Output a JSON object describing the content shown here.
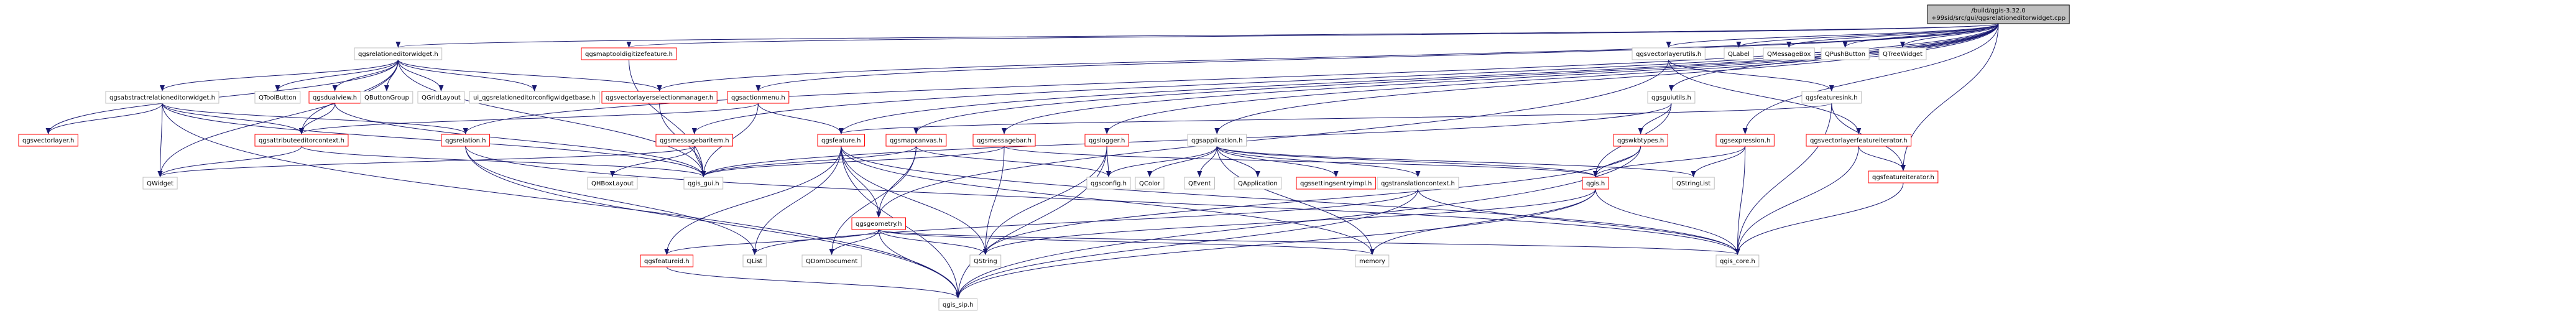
{
  "title": "/build/qgis-3.32.0+99sid/src/gui/qgsrelationeditorwidget.cpp",
  "colors": {
    "root_fill": "#bfbfbf",
    "node_fill": "#ffffff",
    "doc_border": "#ff0000",
    "nodoc_border": "#bfbfbf",
    "edge": "#191970",
    "doc_text": "#000000",
    "nodoc_text": "#000000"
  },
  "nodes": [
    {
      "id": "root",
      "label": "/build/qgis-3.32.0+99sid/src/gui/qgsrelationeditorwidget.cpp",
      "kind": "root"
    },
    {
      "id": "qgsrelationeditorwidget_h",
      "label": "qgsrelationeditorwidget.h",
      "kind": "nodoc"
    },
    {
      "id": "qgsmaptooldigitizefeature_h",
      "label": "qgsmaptooldigitizefeature.h",
      "kind": "doc"
    },
    {
      "id": "qgsvectorlayerselectionmanager_h",
      "label": "qgsvectorlayerselectionmanager.h",
      "kind": "doc"
    },
    {
      "id": "qgsactionmenu_h",
      "label": "qgsactionmenu.h",
      "kind": "doc"
    },
    {
      "id": "qgsvectorlayerutils_h",
      "label": "qgsvectorlayerutils.h",
      "kind": "nodoc"
    },
    {
      "id": "QLabel",
      "label": "QLabel",
      "kind": "nodoc"
    },
    {
      "id": "QMessageBox",
      "label": "QMessageBox",
      "kind": "nodoc"
    },
    {
      "id": "QPushButton",
      "label": "QPushButton",
      "kind": "nodoc"
    },
    {
      "id": "QTreeWidget",
      "label": "QTreeWidget",
      "kind": "nodoc"
    },
    {
      "id": "qgsabstractrelationeditorwidget_h",
      "label": "qgsabstractrelationeditorwidget.h",
      "kind": "nodoc"
    },
    {
      "id": "QToolButton",
      "label": "QToolButton",
      "kind": "nodoc"
    },
    {
      "id": "qgsdualview_h",
      "label": "qgsdualview.h",
      "kind": "doc"
    },
    {
      "id": "QButtonGroup",
      "label": "QButtonGroup",
      "kind": "nodoc"
    },
    {
      "id": "QGridLayout",
      "label": "QGridLayout",
      "kind": "nodoc"
    },
    {
      "id": "ui_qgsrelationeditorconfigwidgetbase_h",
      "label": "ui_qgsrelationeditorconfigwidgetbase.h",
      "kind": "nodoc"
    },
    {
      "id": "qgsfeaturesink_h",
      "label": "qgsfeaturesink.h",
      "kind": "nodoc"
    },
    {
      "id": "qgsguiutils_h",
      "label": "qgsguiutils.h",
      "kind": "nodoc"
    },
    {
      "id": "qgsexpression_h",
      "label": "qgsexpression.h",
      "kind": "doc"
    },
    {
      "id": "qgsvectorlayerfeatureiterator_h",
      "label": "qgsvectorlayerfeatureiterator.h",
      "kind": "doc"
    },
    {
      "id": "qgspolymorphicrelation_h",
      "label": "qgsfeatureiterator.h",
      "kind": "doc"
    },
    {
      "id": "qgsattributeeditorcontext_h",
      "label": "qgsattributeeditorcontext.h",
      "kind": "doc"
    },
    {
      "id": "qgsrelation_h",
      "label": "qgsrelation.h",
      "kind": "doc"
    },
    {
      "id": "qgsmessagebaritem_h",
      "label": "qgsmessagebaritem.h",
      "kind": "doc"
    },
    {
      "id": "qgsmapcanvas_h",
      "label": "qgsmapcanvas.h",
      "kind": "doc"
    },
    {
      "id": "qgsfeature_h",
      "label": "qgsfeature.h",
      "kind": "doc"
    },
    {
      "id": "qgsmessagebar_h",
      "label": "qgsmessagebar.h",
      "kind": "doc"
    },
    {
      "id": "qgslogger_h",
      "label": "qgslogger.h",
      "kind": "doc"
    },
    {
      "id": "qgsapplication_h",
      "label": "qgsapplication.h",
      "kind": "nodoc"
    },
    {
      "id": "qgswkbtypes_h",
      "label": "qgswkbtypes.h",
      "kind": "doc"
    },
    {
      "id": "qgsgeometry_h",
      "label": "qgsgeometry.h",
      "kind": "doc"
    },
    {
      "id": "qgsfeatureid_h",
      "label": "qgsfeatureid.h",
      "kind": "doc"
    },
    {
      "id": "qgsvectorlayer_h",
      "label": "qgsvectorlayer.h",
      "kind": "doc"
    },
    {
      "id": "qgsconfig_h",
      "label": "qgsconfig.h",
      "kind": "nodoc"
    },
    {
      "id": "QColor",
      "label": "QColor",
      "kind": "nodoc"
    },
    {
      "id": "QEvent",
      "label": "QEvent",
      "kind": "nodoc"
    },
    {
      "id": "QApplication",
      "label": "QApplication",
      "kind": "nodoc"
    },
    {
      "id": "qgssettingsentryimpl_h",
      "label": "qgssettingsentryimpl.h",
      "kind": "doc"
    },
    {
      "id": "qgstranslationcontext_h",
      "label": "qgstranslationcontext.h",
      "kind": "nodoc"
    },
    {
      "id": "qgis_h",
      "label": "qgis.h",
      "kind": "doc"
    },
    {
      "id": "QStringList",
      "label": "QStringList",
      "kind": "nodoc"
    },
    {
      "id": "QWidget",
      "label": "QWidget",
      "kind": "nodoc"
    },
    {
      "id": "qgis_gui_h",
      "label": "qgis_gui.h",
      "kind": "nodoc"
    },
    {
      "id": "QHBoxLayout",
      "label": "QHBoxLayout",
      "kind": "nodoc"
    },
    {
      "id": "QList",
      "label": "QList",
      "kind": "nodoc"
    },
    {
      "id": "QDomDocument",
      "label": "QDomDocument",
      "kind": "nodoc"
    },
    {
      "id": "QString",
      "label": "QString",
      "kind": "nodoc"
    },
    {
      "id": "memory",
      "label": "memory",
      "kind": "nodoc"
    },
    {
      "id": "qgis_core_h",
      "label": "qgis_core.h",
      "kind": "nodoc"
    },
    {
      "id": "qgis_sip_h",
      "label": "qgis_sip.h",
      "kind": "nodoc"
    }
  ],
  "edges": [
    [
      "root",
      "qgsrelationeditorwidget_h"
    ],
    [
      "root",
      "qgsmaptooldigitizefeature_h"
    ],
    [
      "root",
      "qgsvectorlayerselectionmanager_h"
    ],
    [
      "root",
      "qgsactionmenu_h"
    ],
    [
      "root",
      "qgsvectorlayerutils_h"
    ],
    [
      "root",
      "QLabel"
    ],
    [
      "root",
      "QMessageBox"
    ],
    [
      "root",
      "QPushButton"
    ],
    [
      "root",
      "QTreeWidget"
    ],
    [
      "root",
      "qgsguiutils_h"
    ],
    [
      "root",
      "qgsapplication_h"
    ],
    [
      "root",
      "qgslogger_h"
    ],
    [
      "root",
      "qgsmessagebar_h"
    ],
    [
      "root",
      "qgsmessagebaritem_h"
    ],
    [
      "root",
      "qgsmapcanvas_h"
    ],
    [
      "root",
      "qgsexpression_h"
    ],
    [
      "root",
      "qgsfeature_h"
    ],
    [
      "root",
      "qgsrelation_h"
    ],
    [
      "root",
      "qgspolymorphicrelation_h"
    ],
    [
      "qgsrelationeditorwidget_h",
      "qgsabstractrelationeditorwidget_h"
    ],
    [
      "qgsrelationeditorwidget_h",
      "QToolButton"
    ],
    [
      "qgsrelationeditorwidget_h",
      "qgsdualview_h"
    ],
    [
      "qgsrelationeditorwidget_h",
      "QButtonGroup"
    ],
    [
      "qgsrelationeditorwidget_h",
      "QGridLayout"
    ],
    [
      "qgsrelationeditorwidget_h",
      "ui_qgsrelationeditorconfigwidgetbase_h"
    ],
    [
      "qgsrelationeditorwidget_h",
      "qgsvectorlayerselectionmanager_h"
    ],
    [
      "qgsrelationeditorwidget_h",
      "qgsattributeeditorcontext_h"
    ],
    [
      "qgsrelationeditorwidget_h",
      "qgis_gui_h"
    ],
    [
      "qgsrelationeditorwidget_h",
      "QWidget"
    ],
    [
      "qgsrelationeditorwidget_h",
      "qgsvectorlayer_h"
    ],
    [
      "qgsabstractrelationeditorwidget_h",
      "qgsattributeeditorcontext_h"
    ],
    [
      "qgsabstractrelationeditorwidget_h",
      "qgsrelation_h"
    ],
    [
      "qgsabstractrelationeditorwidget_h",
      "QWidget"
    ],
    [
      "qgsabstractrelationeditorwidget_h",
      "qgis_gui_h"
    ],
    [
      "qgsabstractrelationeditorwidget_h",
      "qgis_sip_h"
    ],
    [
      "qgsabstractrelationeditorwidget_h",
      "qgsvectorlayer_h"
    ],
    [
      "qgsdualview_h",
      "qgsattributeeditorcontext_h"
    ],
    [
      "qgsdualview_h",
      "qgis_gui_h"
    ],
    [
      "qgsmaptooldigitizefeature_h",
      "qgis_gui_h"
    ],
    [
      "qgsvectorlayerselectionmanager_h",
      "qgis_gui_h"
    ],
    [
      "qgsactionmenu_h",
      "qgsfeature_h"
    ],
    [
      "qgsactionmenu_h",
      "qgsattributeeditorcontext_h"
    ],
    [
      "qgsactionmenu_h",
      "qgis_gui_h"
    ],
    [
      "qgsvectorlayerutils_h",
      "qgsfeaturesink_h"
    ],
    [
      "qgsvectorlayerutils_h",
      "qgsvectorlayerfeatureiterator_h"
    ],
    [
      "qgsvectorlayerutils_h",
      "qgsgeometry_h"
    ],
    [
      "qgsfeaturesink_h",
      "qgsfeature_h"
    ],
    [
      "qgsfeaturesink_h",
      "qgis_core_h"
    ],
    [
      "qgsfeaturesink_h",
      "qgspolymorphicrelation_h"
    ],
    [
      "qgsvectorlayerfeatureiterator_h",
      "qgspolymorphicrelation_h"
    ],
    [
      "qgsvectorlayerfeatureiterator_h",
      "qgis_core_h"
    ],
    [
      "qgspolymorphicrelation_h",
      "qgis_core_h"
    ],
    [
      "qgsguiutils_h",
      "qgswkbtypes_h"
    ],
    [
      "qgsguiutils_h",
      "qgis_h"
    ],
    [
      "qgsguiutils_h",
      "qgis_gui_h"
    ],
    [
      "qgsexpression_h",
      "qgis_h"
    ],
    [
      "qgsexpression_h",
      "QStringList"
    ],
    [
      "qgsexpression_h",
      "qgis_core_h"
    ],
    [
      "qgsattributeeditorcontext_h",
      "QWidget"
    ],
    [
      "qgsattributeeditorcontext_h",
      "qgis_gui_h"
    ],
    [
      "qgsrelation_h",
      "qgis_core_h"
    ],
    [
      "qgsrelation_h",
      "QList"
    ],
    [
      "qgsrelation_h",
      "qgis_sip_h"
    ],
    [
      "qgsmessagebaritem_h",
      "qgis_gui_h"
    ],
    [
      "qgsmessagebaritem_h",
      "QHBoxLayout"
    ],
    [
      "qgsmessagebaritem_h",
      "QWidget"
    ],
    [
      "qgsmapcanvas_h",
      "qgsconfig_h"
    ],
    [
      "qgsmapcanvas_h",
      "qgsgeometry_h"
    ],
    [
      "qgsmapcanvas_h",
      "qgis_gui_h"
    ],
    [
      "qgsmapcanvas_h",
      "QDomDocument"
    ],
    [
      "qgsfeature_h",
      "qgsfeatureid_h"
    ],
    [
      "qgsfeature_h",
      "qgsgeometry_h"
    ],
    [
      "qgsfeature_h",
      "QString"
    ],
    [
      "qgsfeature_h",
      "QList"
    ],
    [
      "qgsfeature_h",
      "memory"
    ],
    [
      "qgsfeature_h",
      "qgis_core_h"
    ],
    [
      "qgsfeature_h",
      "qgis_sip_h"
    ],
    [
      "qgsmessagebar_h",
      "qgis_gui_h"
    ],
    [
      "qgsmessagebar_h",
      "qgis_h"
    ],
    [
      "qgsmessagebar_h",
      "QString"
    ],
    [
      "qgslogger_h",
      "qgsconfig_h"
    ],
    [
      "qgslogger_h",
      "QString"
    ],
    [
      "qgslogger_h",
      "qgis_sip_h"
    ],
    [
      "qgsapplication_h",
      "QColor"
    ],
    [
      "qgsapplication_h",
      "QEvent"
    ],
    [
      "qgsapplication_h",
      "QApplication"
    ],
    [
      "qgsapplication_h",
      "qgssettingsentryimpl_h"
    ],
    [
      "qgsapplication_h",
      "qgstranslationcontext_h"
    ],
    [
      "qgsapplication_h",
      "qgis_h"
    ],
    [
      "qgsapplication_h",
      "qgsconfig_h"
    ],
    [
      "qgsapplication_h",
      "QStringList"
    ],
    [
      "qgsapplication_h",
      "memory"
    ],
    [
      "qgswkbtypes_h",
      "qgis_h"
    ],
    [
      "qgswkbtypes_h",
      "qgis_sip_h"
    ],
    [
      "qgswkbtypes_h",
      "QString"
    ],
    [
      "qgsgeometry_h",
      "qgsfeatureid_h"
    ],
    [
      "qgsgeometry_h",
      "QDomDocument"
    ],
    [
      "qgsgeometry_h",
      "QString"
    ],
    [
      "qgsgeometry_h",
      "memory"
    ],
    [
      "qgsgeometry_h",
      "qgis_core_h"
    ],
    [
      "qgsgeometry_h",
      "qgis_sip_h"
    ],
    [
      "qgsfeatureid_h",
      "qgis_sip_h"
    ],
    [
      "qgstranslationcontext_h",
      "qgis_core_h"
    ],
    [
      "qgstranslationcontext_h",
      "QList"
    ],
    [
      "qgstranslationcontext_h",
      "qgis_sip_h"
    ],
    [
      "qgis_h",
      "qgis_core_h"
    ],
    [
      "qgis_h",
      "qgis_sip_h"
    ],
    [
      "qgis_h",
      "memory"
    ],
    [
      "qgis_h",
      "QString"
    ]
  ]
}
